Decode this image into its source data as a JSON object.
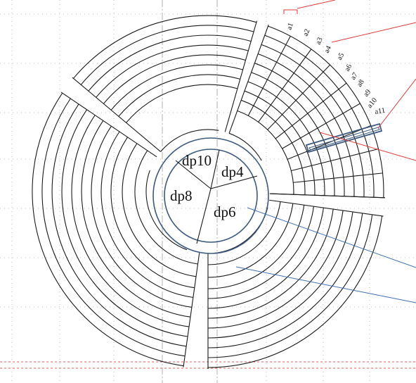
{
  "diagram": {
    "sector_labels": [
      {
        "key": "dp10",
        "text": "dp10"
      },
      {
        "key": "dp4",
        "text": "dp4"
      },
      {
        "key": "dp8",
        "text": "dp8"
      },
      {
        "key": "dp6",
        "text": "dp6"
      }
    ],
    "ring_labels": [
      "a1",
      "a2",
      "a3",
      "a4",
      "a5",
      "a6",
      "a7",
      "a8",
      "a9",
      "a10",
      "a11"
    ],
    "colors": {
      "stroke": "#1a1a1a",
      "inner_ring": "#3d5a80",
      "leader_red": "#e03a3a",
      "leader_blue": "#3e6fb0",
      "grid": "#b0b0b0",
      "highlight_box": "#3d5a80"
    }
  }
}
